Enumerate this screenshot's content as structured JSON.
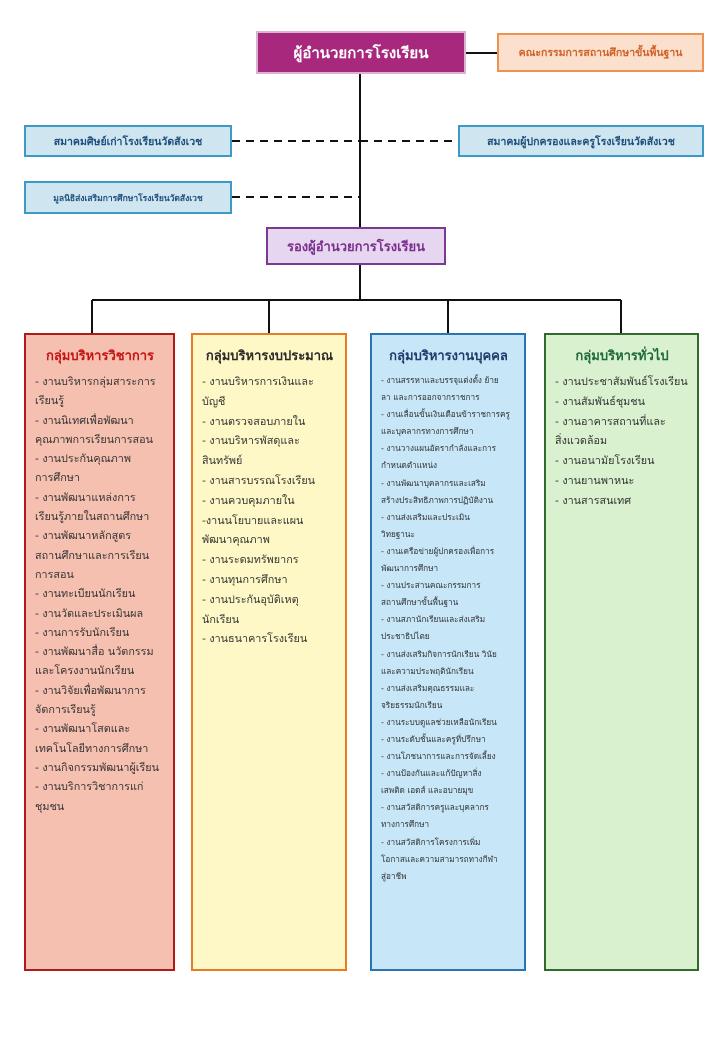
{
  "director": "ผู้อำนวยการโรงเรียน",
  "committee": "คณะกรรมการสถานศึกษาขั้นพื้นฐาน",
  "alumni_association": "สมาคมศิษย์เก่าโรงเรียนวัดสังเวช",
  "parents_association": "สมาคมผู้ปกครองและครูโรงเรียนวัดสังเวช",
  "foundation": "มูลนิธิส่งเสริมการศึกษาโรงเรียนวัดสังเวช",
  "deputy_director": "รองผู้อำนวยการโรงเรียน",
  "colors": {
    "director": "#a8287d",
    "committee": "#fbe0cd",
    "association": "#cfe6f1",
    "deputy": "#e6d6ef",
    "academic": "#f6c0b0",
    "budget": "#fef8c6",
    "personnel": "#c7e7f8",
    "general": "#d9f1ce"
  },
  "groups": {
    "academic": {
      "title": "กลุ่มบริหารวิชาการ",
      "items": [
        "- งานบริหารกลุ่มสาระการ",
        "เรียนรู้",
        "- งานนิเทศเพื่อพัฒนา",
        "คุณภาพการเรียนการสอน",
        "- งานประกันคุณภาพ",
        "การศึกษา",
        "- งานพัฒนาแหล่งการ",
        "เรียนรู้ภายในสถานศึกษา",
        "- งานพัฒนาหลักสูตร",
        "สถานศึกษาและการเรียน",
        "การสอน",
        "- งานทะเบียนนักเรียน",
        "- งานวัดและประเมินผล",
        "- งานการรับนักเรียน",
        "- งานพัฒนาสื่อ นวัตกรรม",
        "และโครงงานนักเรียน",
        "- งานวิจัยเพื่อพัฒนาการ",
        "จัดการเรียนรู้",
        "- งานพัฒนาโสตและ",
        "เทคโนโลยีทางการศึกษา",
        "- งานกิจกรรมพัฒนาผู้เรียน",
        "- งานบริการวิชาการแก่",
        "ชุมชน"
      ]
    },
    "budget": {
      "title": "กลุ่มบริหารงบประมาณ",
      "items": [
        "- งานบริหารการเงินและบัญชี",
        "- งานตรวจสอบภายใน",
        "- งานบริหารพัสดุและ",
        "สินทรัพย์",
        "- งานสารบรรณโรงเรียน",
        "- งานควบคุมภายใน",
        "-งานนโยบายและแผน",
        "พัฒนาคุณภาพ",
        "- งานระดมทรัพยากร",
        "- งานทุนการศึกษา",
        "- งานประกันอุบัติเหตุ",
        "นักเรียน",
        "- งานธนาคารโรงเรียน"
      ]
    },
    "personnel": {
      "title": "กลุ่มบริหารงานบุคคล",
      "items": [
        "- งานสรรหาและบรรจุแต่งตั้ง ย้าย",
        "ลา และการออกจากราชการ",
        "- งานเลื่อนขั้นเงินเดือนข้าราชการครู",
        "และบุคลากรทางการศึกษา",
        "- งานวางแผนอัตรากำลังและการ",
        "กำหนดตำแหน่ง",
        "- งานพัฒนาบุคลากรและเสริม",
        "สร้างประสิทธิภาพการปฏิบัติงาน",
        "- งานส่งเสริมและประเมิน",
        "วิทยฐานะ",
        "- งานเครือข่ายผู้ปกครองเพื่อการ",
        "พัฒนาการศึกษา",
        "- งานประสานคณะกรรมการ",
        "สถานศึกษาขั้นพื้นฐาน",
        "- งานสภานักเรียนและส่งเสริม",
        "ประชาธิปไตย",
        "- งานส่งเสริมกิจการนักเรียน วินัย",
        "และความประพฤตินักเรียน",
        "- งานส่งเสริมคุณธรรมและ",
        "จริยธรรมนักเรียน",
        "- งานระบบดูแลช่วยเหลือนักเรียน",
        "- งานระดับชั้นและครูที่ปรึกษา",
        "- งานโภชนาการและการจัดเลี้ยง",
        "- งานป้องกันและแก้ปัญหาสิ่ง",
        "เสพติด เอดส์ และอบายมุข",
        "- งานสวัสดิการครูและบุคลากร",
        "ทางการศึกษา",
        "- งานสวัสดิการโครงการเพิ่ม",
        "โอกาสและความสามารถทางกีฬา",
        "สู่อาชีพ"
      ]
    },
    "general": {
      "title": "กลุ่มบริหารทั่วไป",
      "items": [
        "- งานประชาสัมพันธ์โรงเรียน",
        "- งานสัมพันธ์ชุมชน",
        "- งานอาคารสถานที่และ",
        "สิ่งแวดล้อม",
        "- งานอนามัยโรงเรียน",
        "- งานยานพาหนะ",
        "- งานสารสนเทศ"
      ]
    }
  }
}
